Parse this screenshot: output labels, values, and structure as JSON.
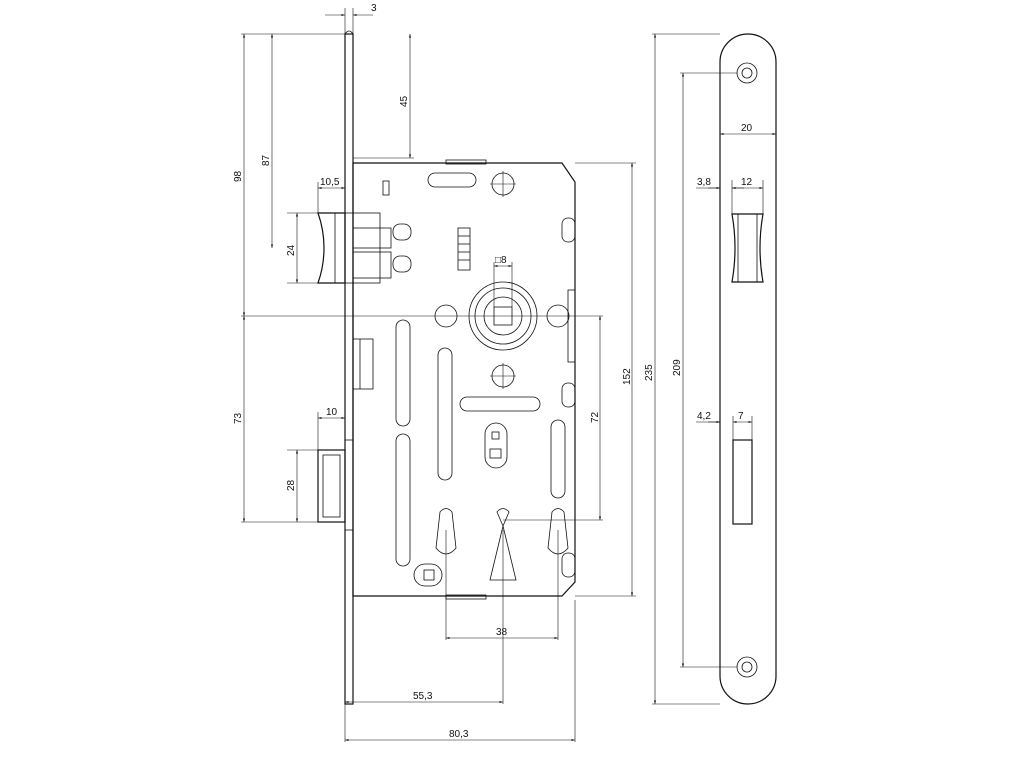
{
  "dimensions": {
    "plate_thickness": "3",
    "top_to_body": "45",
    "top_to_handle": "98",
    "top_to_latch": "87",
    "latch_projection": "10,5",
    "latch_height": "24",
    "spindle_square": "□8",
    "handle_to_key": "73",
    "bolt_projection": "10",
    "bolt_height": "28",
    "handle_to_key_center": "72",
    "body_height": "152",
    "faceplate_length": "235",
    "faceplate_holes": "209",
    "key_offset": "38",
    "backset": "55,3",
    "overall_depth": "80,3",
    "faceplate_width": "20",
    "latch_slot_offset": "3,8",
    "latch_slot_width": "12",
    "bolt_slot_offset": "4,2",
    "bolt_slot_width": "7"
  },
  "colors": {
    "line": "#111111",
    "background": "#ffffff"
  }
}
